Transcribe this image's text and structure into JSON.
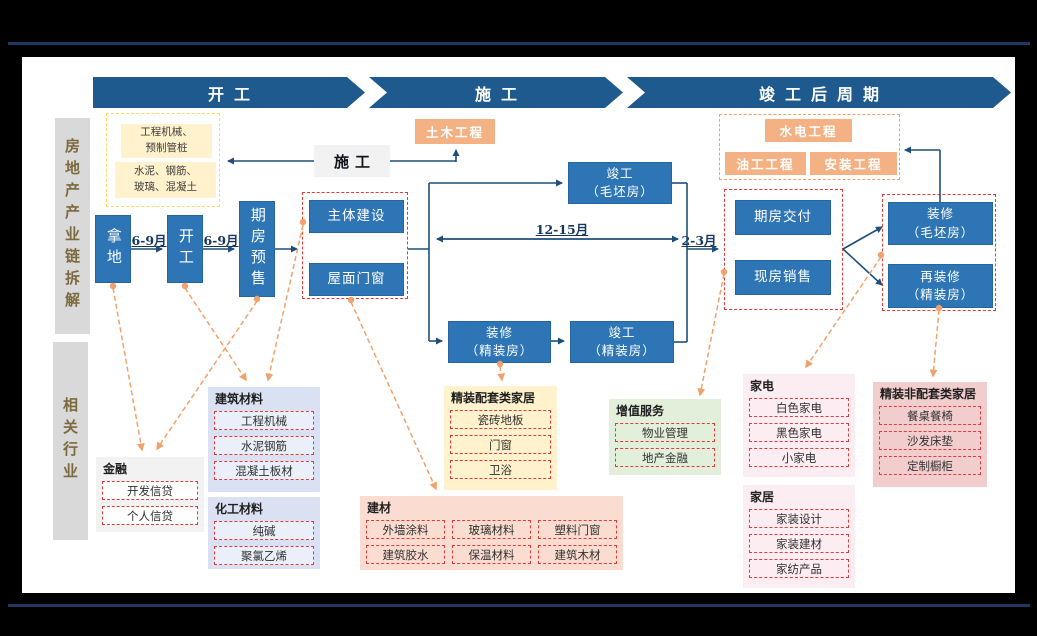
{
  "palette": {
    "banner_blue": "#1F5A8E",
    "box_blue": "#2E75B6",
    "divider_navy": "#1F3864",
    "connector_navy": "#1F4E79",
    "connector_orange": "#F2A16B",
    "dashed_red": "#E23B3B",
    "orange_fill": "#F4B183",
    "yellow_fill": "#FFF2CC",
    "yellow_border": "#FFD966",
    "gray_fill": "#F2F2F2",
    "lightblue_fill": "#D9E1F2",
    "green_fill": "#E2EFDA",
    "salmon_fill": "#FBDCD0",
    "lightpink_fill": "#FCEDF2",
    "pink_fill": "#F2CDCD",
    "sidebar_gray": "#D9D9D9",
    "sidebar_text": "#7C6A3F"
  },
  "side_labels": [
    {
      "id": "property-chain",
      "text": "房地产产业链拆解"
    },
    {
      "id": "related-industries",
      "text": "相关行业"
    }
  ],
  "banners": [
    {
      "label": "开工"
    },
    {
      "label": "施工"
    },
    {
      "label": "竣工后周期"
    }
  ],
  "flow": {
    "boxes": [
      {
        "id": "land-acquisition",
        "lines": [
          "拿地"
        ]
      },
      {
        "id": "construction-start",
        "lines": [
          "开工"
        ]
      },
      {
        "id": "presale",
        "lines": [
          "期房预售"
        ]
      },
      {
        "id": "main-construction",
        "lines": [
          "主体建设"
        ]
      },
      {
        "id": "roof-doors-windows",
        "lines": [
          "屋面门窗"
        ]
      },
      {
        "id": "completion-rough",
        "lines": [
          "竣工",
          "（毛坯房）"
        ]
      },
      {
        "id": "decoration-fitted",
        "lines": [
          "装修",
          "（精装房）"
        ]
      },
      {
        "id": "completion-fitted",
        "lines": [
          "竣工",
          "（精装房）"
        ]
      },
      {
        "id": "presale-delivery",
        "lines": [
          "期房交付"
        ]
      },
      {
        "id": "existing-home-sales",
        "lines": [
          "现房销售"
        ]
      },
      {
        "id": "decoration-rough",
        "lines": [
          "装修",
          "（毛坯房）"
        ]
      },
      {
        "id": "redecoration-fitted",
        "lines": [
          "再装修",
          "（精装房）"
        ]
      },
      {
        "id": "construction",
        "lines": [
          "施工"
        ]
      },
      {
        "id": "civil-engineering",
        "lines": [
          "土木工程"
        ]
      },
      {
        "id": "plumbing-electric-work",
        "lines": [
          "水电工程"
        ]
      },
      {
        "id": "painting-work",
        "lines": [
          "油工工程"
        ]
      },
      {
        "id": "installation-work",
        "lines": [
          "安装工程"
        ]
      },
      {
        "id": "machinery-pipe-piles",
        "lines": [
          "工程机械、",
          "预制管桩"
        ]
      },
      {
        "id": "cement-steel-glass-concrete",
        "lines": [
          "水泥、钢筋、",
          "玻璃、混凝土"
        ]
      }
    ],
    "durations": [
      "6-9月",
      "6-9月",
      "12-15月",
      "2-3月"
    ]
  },
  "industry_groups": [
    {
      "id": "finance",
      "title": "金融",
      "items": [
        "开发信贷",
        "个人信贷"
      ]
    },
    {
      "id": "construction-materials",
      "title": "建筑材料",
      "items": [
        "工程机械",
        "水泥钢筋",
        "混凝土板材"
      ]
    },
    {
      "id": "chemical-materials",
      "title": "化工材料",
      "items": [
        "纯碱",
        "聚氯乙烯"
      ]
    },
    {
      "id": "fitted-home-furnishing",
      "title": "精装配套类家居",
      "items": [
        "瓷砖地板",
        "门窗",
        "卫浴"
      ]
    },
    {
      "id": "value-added-services",
      "title": "增值服务",
      "items": [
        "物业管理",
        "地产金融"
      ]
    },
    {
      "id": "building-materials",
      "title": "建材",
      "items": [
        "外墙涂料",
        "玻璃材料",
        "塑料门窗",
        "建筑胶水",
        "保温材料",
        "建筑木材"
      ]
    },
    {
      "id": "home-appliances",
      "title": "家电",
      "items": [
        "白色家电",
        "黑色家电",
        "小家电"
      ]
    },
    {
      "id": "home-furnishing",
      "title": "家居",
      "items": [
        "家装设计",
        "家装建材",
        "家纺产品"
      ]
    },
    {
      "id": "non-fitted-furnishing",
      "title": "精装非配套类家居",
      "items": [
        "餐桌餐椅",
        "沙发床垫",
        "定制橱柜"
      ]
    }
  ]
}
